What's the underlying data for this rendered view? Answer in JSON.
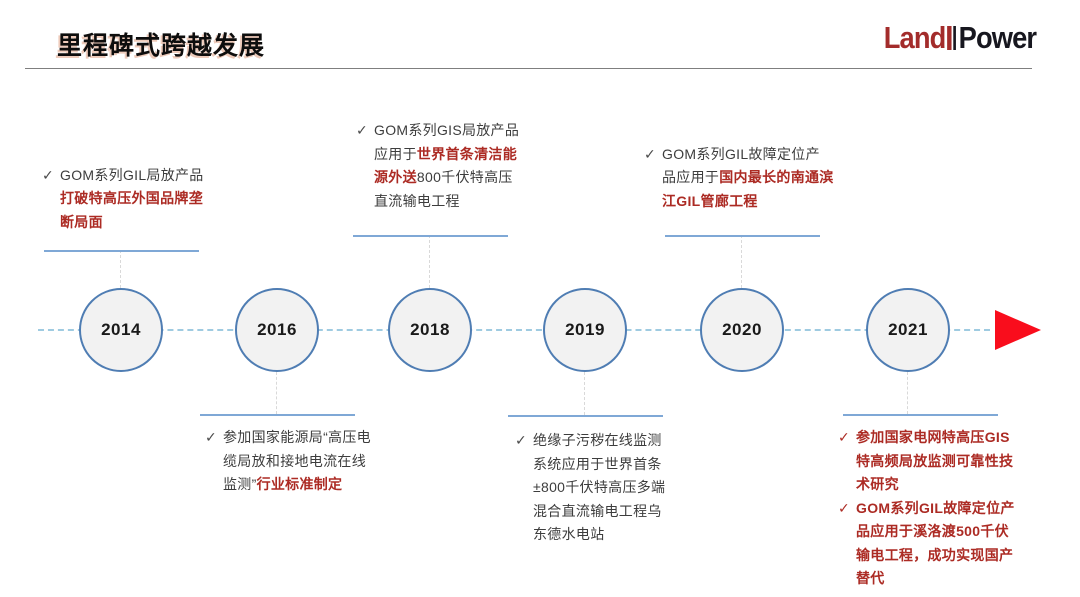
{
  "header": {
    "title": "里程碑式跨越发展",
    "logo_land": "Land",
    "logo_power": "Power"
  },
  "icons": {
    "check": "✓",
    "arrow": "right-arrow"
  },
  "colors": {
    "accent_red_text": "#AC2B24",
    "dark_text": "#3d3d3d",
    "timeline_dash_blue": "#9fcbe1",
    "underline_blue": "#7FA8D6",
    "circle_border_blue": "#4F7DB3",
    "circle_fill": "#F2F2F2",
    "arrow_red": "#F90D1C",
    "logo_red": "#A32C2B",
    "logo_dark": "#17171F"
  },
  "milestones": [
    {
      "year": "2014",
      "side": "above",
      "items": [
        {
          "check_red": false,
          "segments": [
            {
              "text": "GOM系列GIL局放产品",
              "red": false
            },
            {
              "text": "打破特高压外国品牌垄断局面",
              "red": true
            }
          ]
        }
      ]
    },
    {
      "year": "2016",
      "side": "below",
      "items": [
        {
          "check_red": false,
          "segments": [
            {
              "text": "参加国家能源局“高压电缆局放和接地电流在线监测”",
              "red": false
            },
            {
              "text": "行业标准制定",
              "red": true
            }
          ]
        }
      ]
    },
    {
      "year": "2018",
      "side": "above",
      "items": [
        {
          "check_red": false,
          "segments": [
            {
              "text": "GOM系列GIS局放产品应用于",
              "red": false
            },
            {
              "text": "世界首条清洁能源外送",
              "red": true
            },
            {
              "text": "800千伏特高压直流输电工程",
              "red": false
            }
          ]
        }
      ]
    },
    {
      "year": "2019",
      "side": "below",
      "items": [
        {
          "check_red": false,
          "segments": [
            {
              "text": "绝缘子污秽在线监测系统应用于世界首条±800千伏特高压多端混合直流输电工程乌东德水电站",
              "red": false
            }
          ]
        }
      ]
    },
    {
      "year": "2020",
      "side": "above",
      "items": [
        {
          "check_red": false,
          "segments": [
            {
              "text": "GOM系列GIL故障定位产品应用于",
              "red": false
            },
            {
              "text": "国内最长的南通滨江GIL管廊工程",
              "red": true
            }
          ]
        }
      ]
    },
    {
      "year": "2021",
      "side": "below",
      "items": [
        {
          "check_red": true,
          "segments": [
            {
              "text": "参加国家电网特高压GIS特高频局放监测可靠性技术研究",
              "red": true
            }
          ]
        },
        {
          "check_red": true,
          "segments": [
            {
              "text": "GOM系列GIL故障定位产品应用于溪洛渡500千伏输电工程，成功实现国产替代",
              "red": true
            }
          ]
        }
      ]
    }
  ]
}
